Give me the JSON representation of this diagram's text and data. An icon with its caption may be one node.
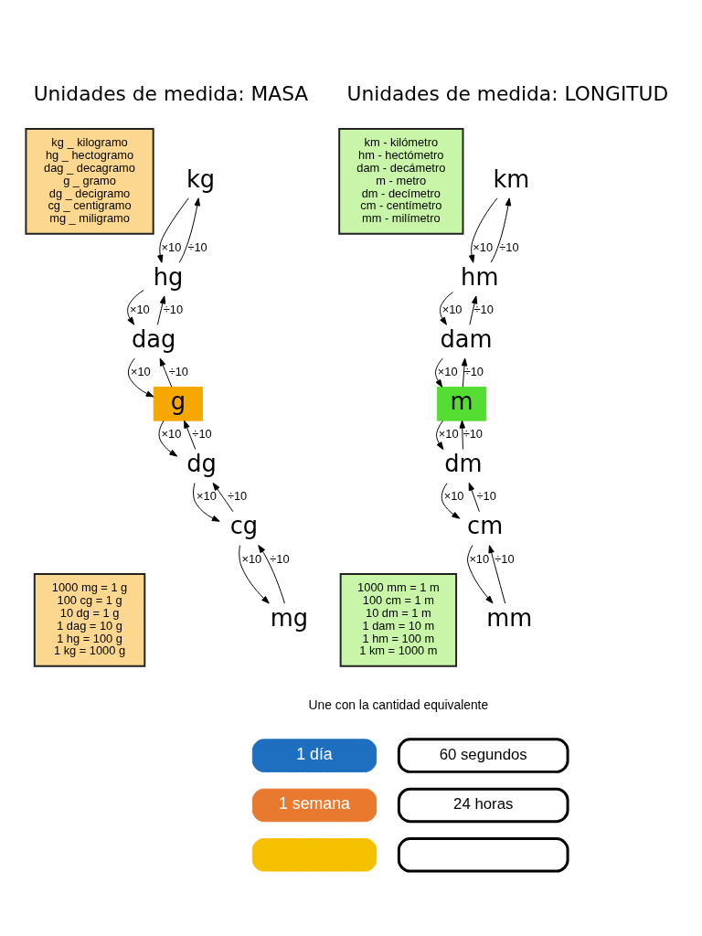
{
  "diagram": {
    "nodes": [
      {
        "text": [
          "kg"
        ]
      },
      {
        "text": [
          "hg"
        ]
      },
      {
        "text": [
          "dag"
        ]
      },
      {
        "text": [
          "g"
        ]
      },
      {
        "text": [
          "dg"
        ]
      },
      {
        "text": [
          "cg"
        ]
      },
      {
        "text": [
          "mg"
        ]
      },
      {
        "text": [
          "kg _ kilogramo",
          "hg _ hectogramo",
          "dag _ decagramo",
          "g _ gramo",
          "dg _ decigramo",
          "cg _ centigramo",
          "mg _ miligramo"
        ]
      },
      {
        "text": [
          "1000 mg = 1 g",
          "100 cg = 1 g",
          "10 dg = 1 g",
          "1 dag = 10 g",
          "1 hg = 100 g",
          "1 kg = 1000 g"
        ]
      },
      {
        "text": [
          "km"
        ]
      },
      {
        "text": [
          "hm"
        ]
      },
      {
        "text": [
          "dam"
        ]
      },
      {
        "text": [
          "m"
        ]
      },
      {
        "text": [
          "dm"
        ]
      },
      {
        "text": [
          "cm"
        ]
      },
      {
        "text": [
          "mm"
        ]
      },
      {
        "text": [
          "km - kilómetro",
          "hm - hectómetro",
          "dam - decámetro",
          "m - metro",
          "dm - decímetro",
          "cm - centímetro",
          "mm - milímetro"
        ]
      },
      {
        "text": [
          "1000 mm = 1 m",
          "100 cm = 1 m",
          "10 dm = 1 m",
          "1 dam = 10 m",
          "1 hm = 100 m",
          "1 km = 1000 m"
        ]
      },
      {
        "text": [
          "1 día"
        ]
      },
      {
        "text": [
          "1 semana"
        ]
      },
      {
        "text": [],
        "shape": "box"
      },
      {
        "text": [
          "60 segundos"
        ]
      },
      {
        "text": [
          "24 horas"
        ]
      },
      {
        "text": [],
        "shape": "box"
      }
    ],
    "edges": [
      {
        "from": 0,
        "to": 1,
        "arrow": "to",
        "label": "×10"
      },
      {
        "from": 1,
        "to": 2,
        "arrow": "to",
        "label": "×10"
      },
      {
        "from": 2,
        "to": 3,
        "arrow": "to",
        "label": "×10"
      },
      {
        "from": 3,
        "to": 4,
        "arrow": "to",
        "label": "×10"
      },
      {
        "from": 4,
        "to": 5,
        "arrow": "to",
        "label": "×10"
      },
      {
        "from": 5,
        "to": 6,
        "arrow": "to",
        "label": "×10"
      },
      {
        "from": 1,
        "to": 0,
        "arrow": "to",
        "label": "÷10"
      },
      {
        "from": 2,
        "to": 1,
        "arrow": "to",
        "label": "÷10"
      },
      {
        "from": 3,
        "to": 2,
        "arrow": "to",
        "label": "÷10"
      },
      {
        "from": 4,
        "to": 3,
        "arrow": "to",
        "label": "÷10"
      },
      {
        "from": 5,
        "to": 4,
        "arrow": "to",
        "label": "÷10"
      },
      {
        "from": 6,
        "to": 5,
        "arrow": "to",
        "label": "÷10"
      },
      {
        "from": 9,
        "to": 10,
        "arrow": "to",
        "label": "×10"
      },
      {
        "from": 10,
        "to": 11,
        "arrow": "to",
        "label": "×10"
      },
      {
        "from": 11,
        "to": 12,
        "arrow": "to",
        "label": "×10"
      },
      {
        "from": 12,
        "to": 13,
        "arrow": "to",
        "label": "×10"
      },
      {
        "from": 13,
        "to": 14,
        "arrow": "to",
        "label": "×10"
      },
      {
        "from": 14,
        "to": 15,
        "arrow": "to",
        "label": "×10"
      },
      {
        "from": 10,
        "to": 9,
        "arrow": "to",
        "label": "÷10"
      },
      {
        "from": 11,
        "to": 10,
        "arrow": "to",
        "label": "÷10"
      },
      {
        "from": 12,
        "to": 11,
        "arrow": "to",
        "label": "÷10"
      },
      {
        "from": 13,
        "to": 12,
        "arrow": "to",
        "label": "÷10"
      },
      {
        "from": 14,
        "to": 13,
        "arrow": "to",
        "label": "÷10"
      },
      {
        "from": 15,
        "to": 14,
        "arrow": "to",
        "label": "÷10"
      }
    ],
    "labels": [
      "Unidades de medida: MASA",
      "Unidades de medida: LONGITUD",
      "Une con la cantidad equivalente"
    ]
  }
}
